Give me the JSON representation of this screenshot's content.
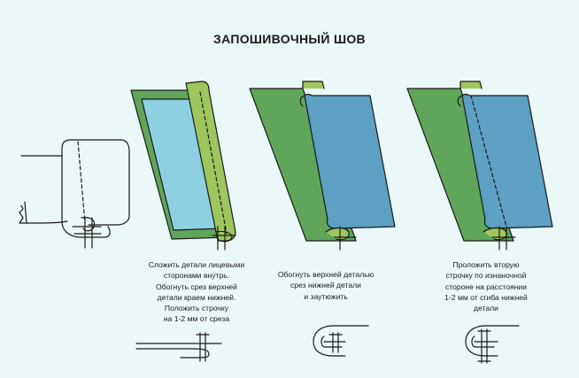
{
  "title": "ЗАПОШИВОЧНЫЙ ШОВ",
  "steps": [
    {
      "lines": [
        "Сложить детали лицевыми",
        "сторонами внутрь.",
        "Обогнуть срез верхней",
        "детали краем нижней.",
        "Положить строчку",
        "на 1-2 мм от среза"
      ]
    },
    {
      "lines": [
        "Обогнуть верхней деталью",
        "срез нижней детали",
        "и заутюжить"
      ]
    },
    {
      "lines": [
        "Проложить вторую",
        "строчку по изнаночной",
        "стороне на расстоянии",
        "1-2 мм от сгиба нижней",
        "детали"
      ]
    }
  ],
  "colors": {
    "background": "#eaf8f8",
    "fabric_green": "#5fa65a",
    "fabric_light_green": "#9dc65e",
    "fabric_light_blue": "#8dd0e2",
    "fabric_blue": "#5ca0c4",
    "outline": "#1a1a1a"
  }
}
